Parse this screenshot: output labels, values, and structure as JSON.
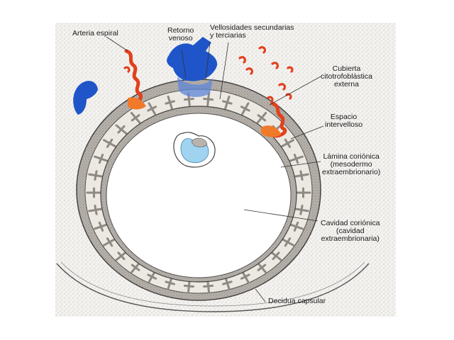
{
  "labels": {
    "arteria_espiral": "Arteria espiral",
    "retorno_venoso": [
      "Retorno",
      "venoso"
    ],
    "vellosidades": [
      "Vellosidades secundarias",
      "y terciarias"
    ],
    "cubierta": [
      "Cubierta",
      "citotrofoblástica",
      "externa"
    ],
    "espacio": [
      "Espacio",
      "intervelloso"
    ],
    "lamina": [
      "Lámina coriónica",
      "(mesodermo",
      "extraembrionario)"
    ],
    "cavidad": [
      "Cavidad coriónica",
      "(cavidad",
      "extraembrionaria)"
    ],
    "decidua": "Decidua capsular"
  },
  "colors": {
    "artery_red": "#e2401c",
    "artery_orange": "#f07a2a",
    "vein_blue": "#1f55c8",
    "amnion_blue": "#9fd3ef",
    "stipple_bg": "#f3f1ee",
    "ink": "#1a1a1a"
  }
}
